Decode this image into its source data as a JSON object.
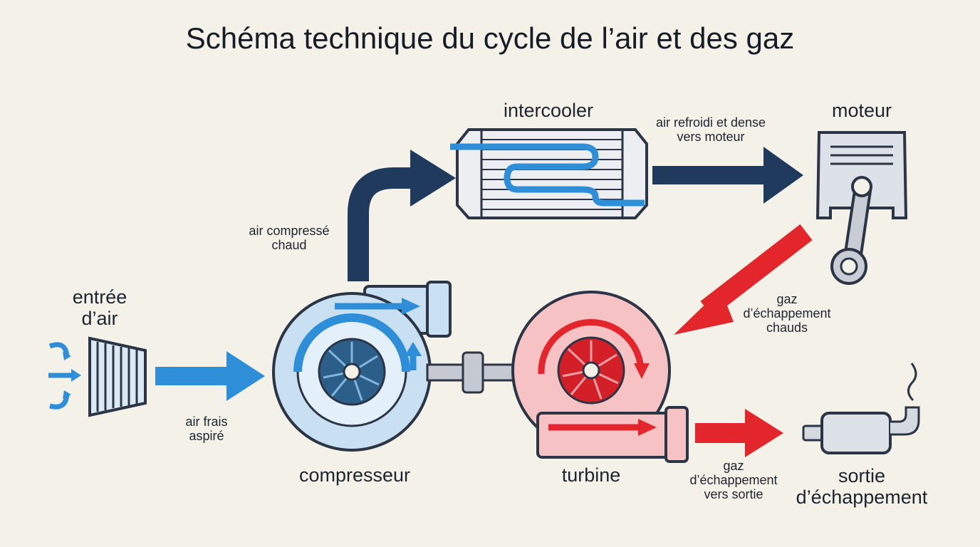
{
  "title": "Schéma technique du cycle de l’air et des gaz",
  "components": {
    "air_intake": [
      "entrée",
      "d’air"
    ],
    "compressor": "compresseur",
    "intercooler": "intercooler",
    "engine": "moteur",
    "turbine": "turbine",
    "exhaust_outlet": [
      "sortie",
      "d’échappement"
    ]
  },
  "flows": {
    "fresh_air": [
      "air frais",
      "aspiré"
    ],
    "hot_compressed_air": [
      "air compressé",
      "chaud"
    ],
    "cooled_air": [
      "air refroidi et dense",
      "vers moteur"
    ],
    "hot_exhaust": [
      "gaz",
      "d’échappement",
      "chauds"
    ],
    "exhaust_to_outlet": [
      "gaz",
      "d’échappement",
      "vers sortie"
    ]
  },
  "colors": {
    "cold_air": "#2e8fd8",
    "compressed_air": "#1f3a5c",
    "exhaust": "#e2262c",
    "outline": "#2b3545"
  }
}
